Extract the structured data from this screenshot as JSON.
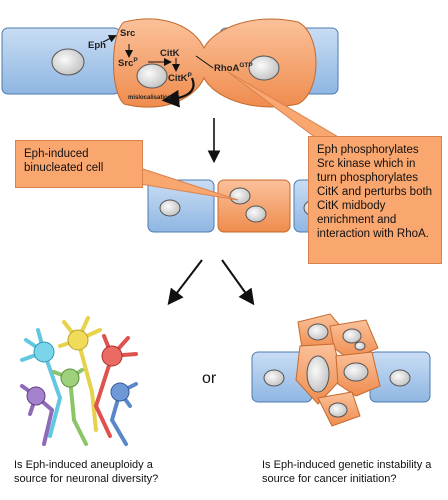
{
  "stage1": {
    "eph": "Eph",
    "src": "Src",
    "src_p": "Src",
    "src_p_sup": "P",
    "citk": "CitK",
    "citk_p": "CitK",
    "citk_p_sup": "P",
    "rhoa": "RhoA",
    "rhoa_sup": "GTP",
    "mislocalisation": "mislocalisation"
  },
  "callouts": {
    "left": "Eph-induced binucleated cell",
    "right": "Eph phosphorylates Src kinase which in turn phosphorylates CitK and perturbs both CitK midbody enrichment and interaction with RhoA."
  },
  "branch": {
    "or": "or",
    "left_question": "Is Eph-induced aneuploidy a source for neuronal diversity?",
    "right_question": "Is Eph-induced genetic instability a source for cancer initiation?"
  },
  "colors": {
    "blue_cell": "#a9c9ec",
    "orange_cell": "#f6a56c",
    "nucleus": "#e3e3e3"
  }
}
